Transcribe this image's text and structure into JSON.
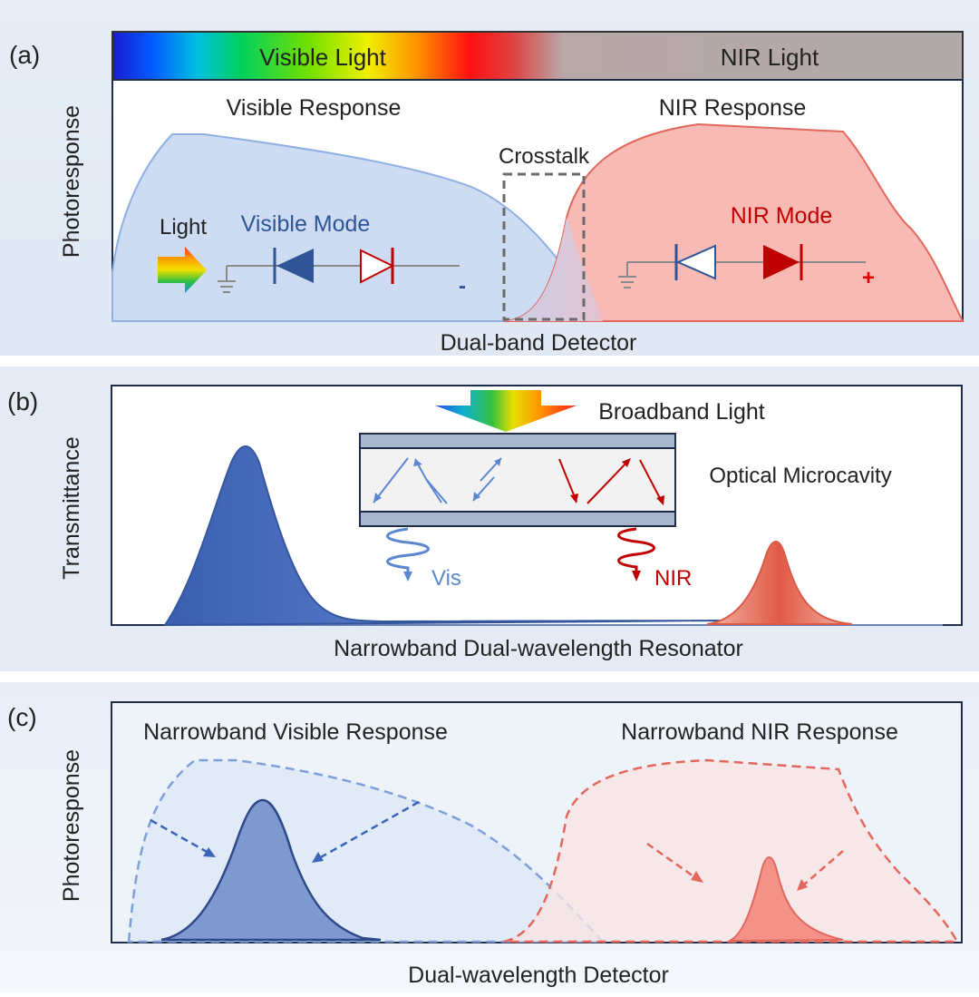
{
  "panel_a": {
    "panel_label": "(a)",
    "y_label": "Photoresponse",
    "spectrum_bar": {
      "visible_label": "Visible Light",
      "nir_label": "NIR Light"
    },
    "visible_response_label": "Visible Response",
    "nir_response_label": "NIR Response",
    "crosstalk_label": "Crosstalk",
    "light_label": "Light",
    "visible_mode_label": "Visible Mode",
    "nir_mode_label": "NIR Mode",
    "minus_sign": "-",
    "plus_sign": "+",
    "caption": "Dual-band Detector",
    "colors": {
      "visible_fill": "#c9d8f2",
      "visible_stroke": "#8fb0e0",
      "nir_fill": "#f6b3ac",
      "nir_stroke": "#e2675c",
      "diode_blue": "#2f5597",
      "diode_red": "#c00000"
    }
  },
  "panel_b": {
    "panel_label": "(b)",
    "y_label": "Transmittance",
    "broadband_light_label": "Broadband Light",
    "microcavity_label": "Optical Microcavity",
    "vis_label": "Vis",
    "nir_label": "NIR",
    "caption": "Narrowband Dual-wavelength Resonator",
    "colors": {
      "vis_peak": "#4a6fbf",
      "nir_peak": "#e26451",
      "mirror": "#a9b7cc"
    }
  },
  "panel_c": {
    "panel_label": "(c)",
    "y_label": "Photoresponse",
    "narrowband_visible_label": "Narrowband Visible Response",
    "narrowband_nir_label": "Narrowband NIR Response",
    "caption": "Dual-wavelength Detector",
    "colors": {
      "vis_peak": "#7f98cf",
      "nir_peak": "#f4928a",
      "dashed_blue": "#7f9fd9",
      "dashed_red": "#e2675c"
    }
  }
}
